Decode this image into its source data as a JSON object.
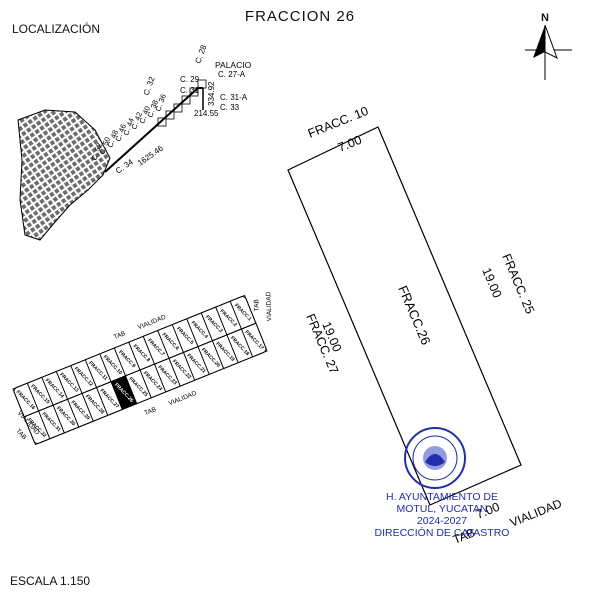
{
  "header": {
    "title": "FRACCION 26",
    "location_label": "LOCALIZACIÓN"
  },
  "footer": {
    "scale": "ESCALA 1.150"
  },
  "north": {
    "label": "N",
    "icon": "north-arrow-icon"
  },
  "location_map": {
    "streets": [
      "C. 28",
      "C. 29",
      "C. 31",
      "C. 32",
      "C. 34",
      "C. 36",
      "C. 38",
      "C. 40",
      "C. 42",
      "C. 44",
      "C. 46",
      "C. 48",
      "C. 50",
      "C. 52",
      "C. 27-A",
      "C. 31-A",
      "C. 33"
    ],
    "landmark": "PALACIO",
    "distances": [
      "334.92",
      "214.55",
      "1625.46"
    ]
  },
  "key_plan": {
    "top_row": [
      "FRACC.1",
      "FRACC.2",
      "FRACC.3",
      "FRACC.4",
      "FRACC.5",
      "FRACC.6",
      "FRACC.7",
      "FRACC.8",
      "FRACC.9",
      "FRACC.10",
      "FRACC.11",
      "FRACC.12",
      "FRACC.13",
      "FRACC.14",
      "FRACC.15",
      "FRACC.16"
    ],
    "bottom_row": [
      "FRACC.17",
      "FRACC.18",
      "FRACC.19",
      "FRACC.20",
      "FRACC.21",
      "FRACC.22",
      "FRACC.23",
      "FRACC.24",
      "FRACC.25",
      "FRACC.26",
      "FRACC.27",
      "FRACC.28",
      "FRACC.29",
      "FRACC.30",
      "FRACC.31",
      "FRACC.32"
    ],
    "highlighted": "FRACC.26",
    "road_labels": [
      "TAB",
      "VIALIDAD"
    ]
  },
  "parcel": {
    "label": "FRACC.26",
    "north_neighbor": "FRACC. 10",
    "north_dim": "7.00",
    "east_neighbor": "FRACC. 25",
    "east_dim": "19.00",
    "west_neighbor": "FRACC. 27",
    "west_dim": "19.00",
    "south_dim": "7.00",
    "south_road_tab": "TAB",
    "south_road": "VIALIDAD"
  },
  "stamp": {
    "line1": "H. AYUNTAMIENTO DE",
    "line2": "MOTUL, YUCATAN",
    "line3": "2024-2027",
    "line4": "DIRECCIÓN DE CATASTRO",
    "color": "#1f2fa8"
  }
}
